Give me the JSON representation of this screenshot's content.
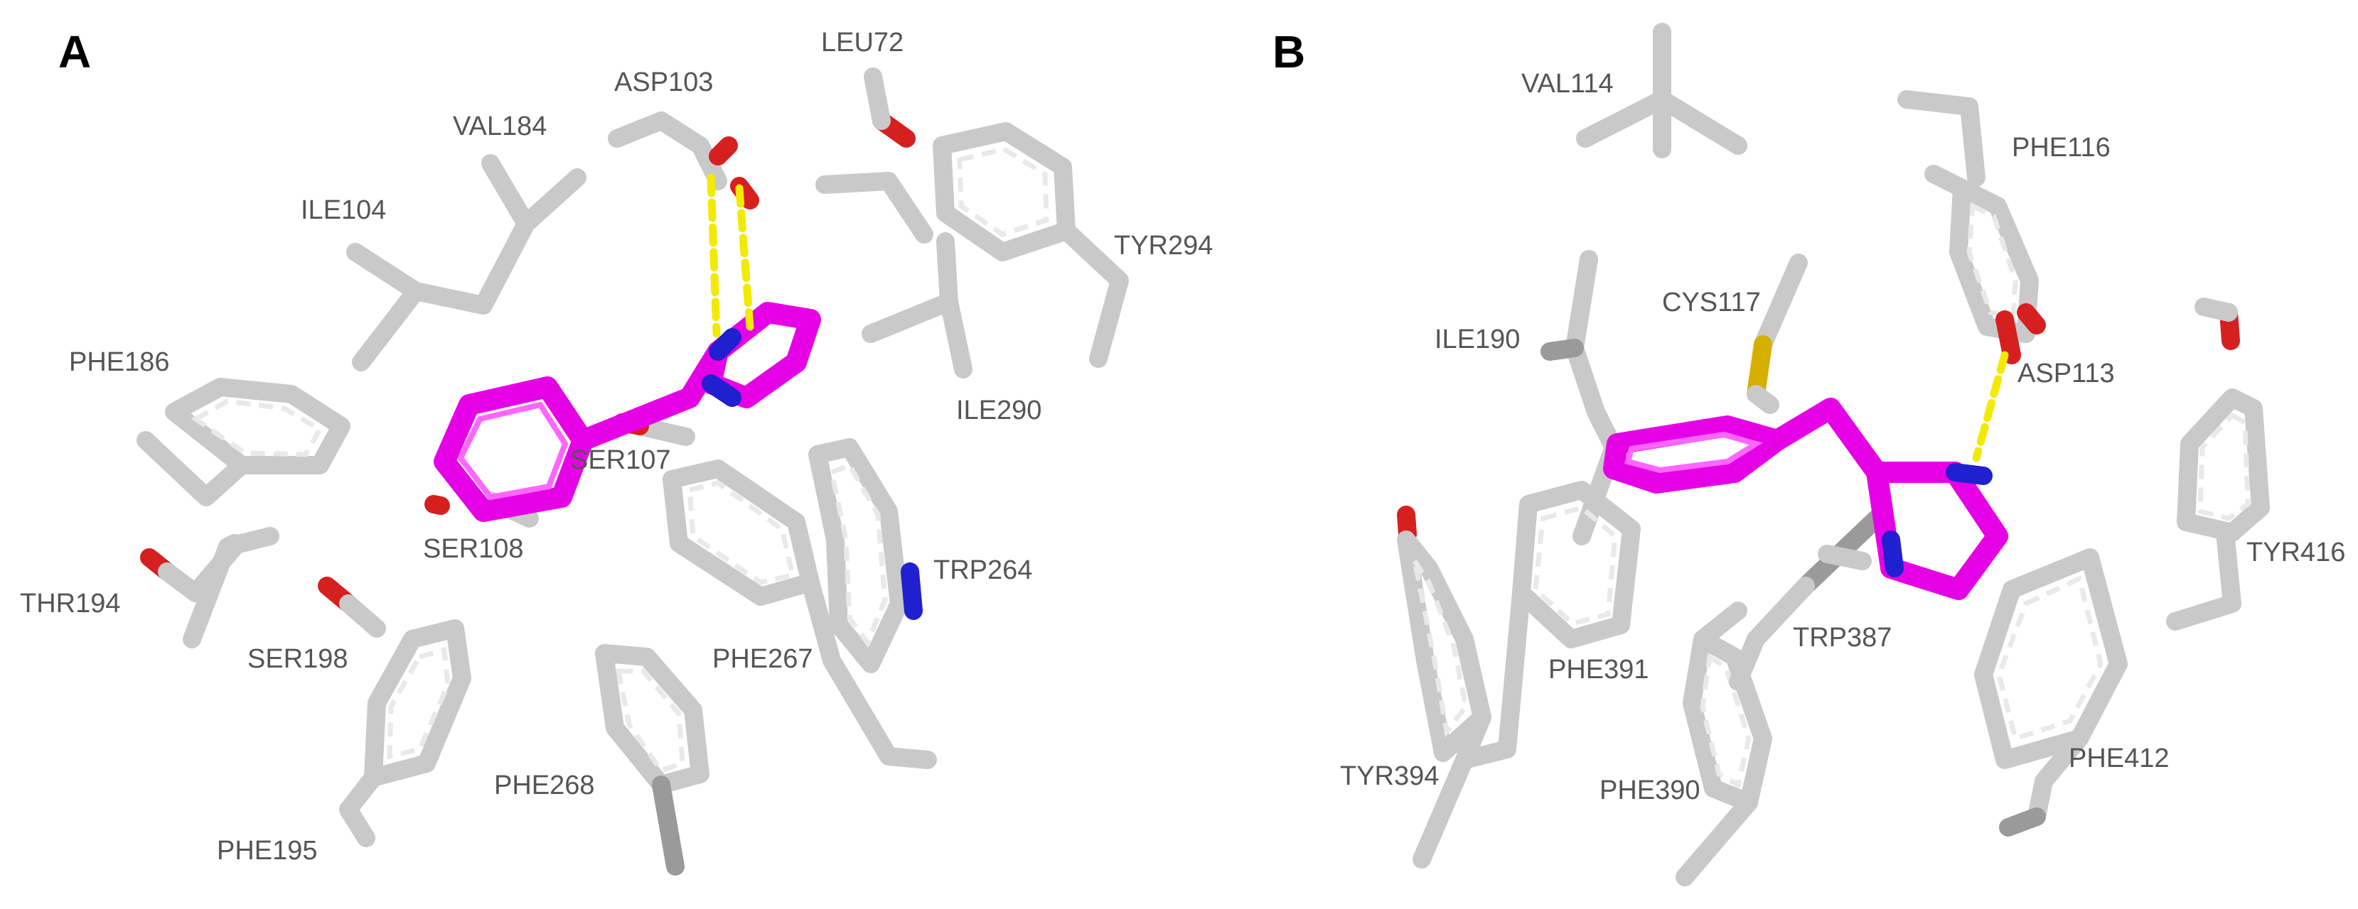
{
  "panels": [
    {
      "id": "A",
      "label": "A",
      "residues": [
        "ASP103",
        "LEU72",
        "VAL184",
        "ILE104",
        "TYR294",
        "PHE186",
        "ILE290",
        "SER107",
        "SER108",
        "TRP264",
        "THR194",
        "SER198",
        "PHE267",
        "PHE268",
        "PHE195"
      ]
    },
    {
      "id": "B",
      "label": "B",
      "residues": [
        "VAL114",
        "PHE116",
        "CYS117",
        "ILE190",
        "ASP113",
        "TYR416",
        "TRP387",
        "PHE391",
        "TYR394",
        "PHE390",
        "PHE412"
      ]
    }
  ],
  "colors": {
    "ligand": "#e600e6",
    "residue_carbon": "#c9c9c9",
    "oxygen": "#d62020",
    "nitrogen": "#2020d0",
    "sulfur": "#d6b000",
    "hbond": "#f2ea00",
    "label_text": "#555555"
  }
}
